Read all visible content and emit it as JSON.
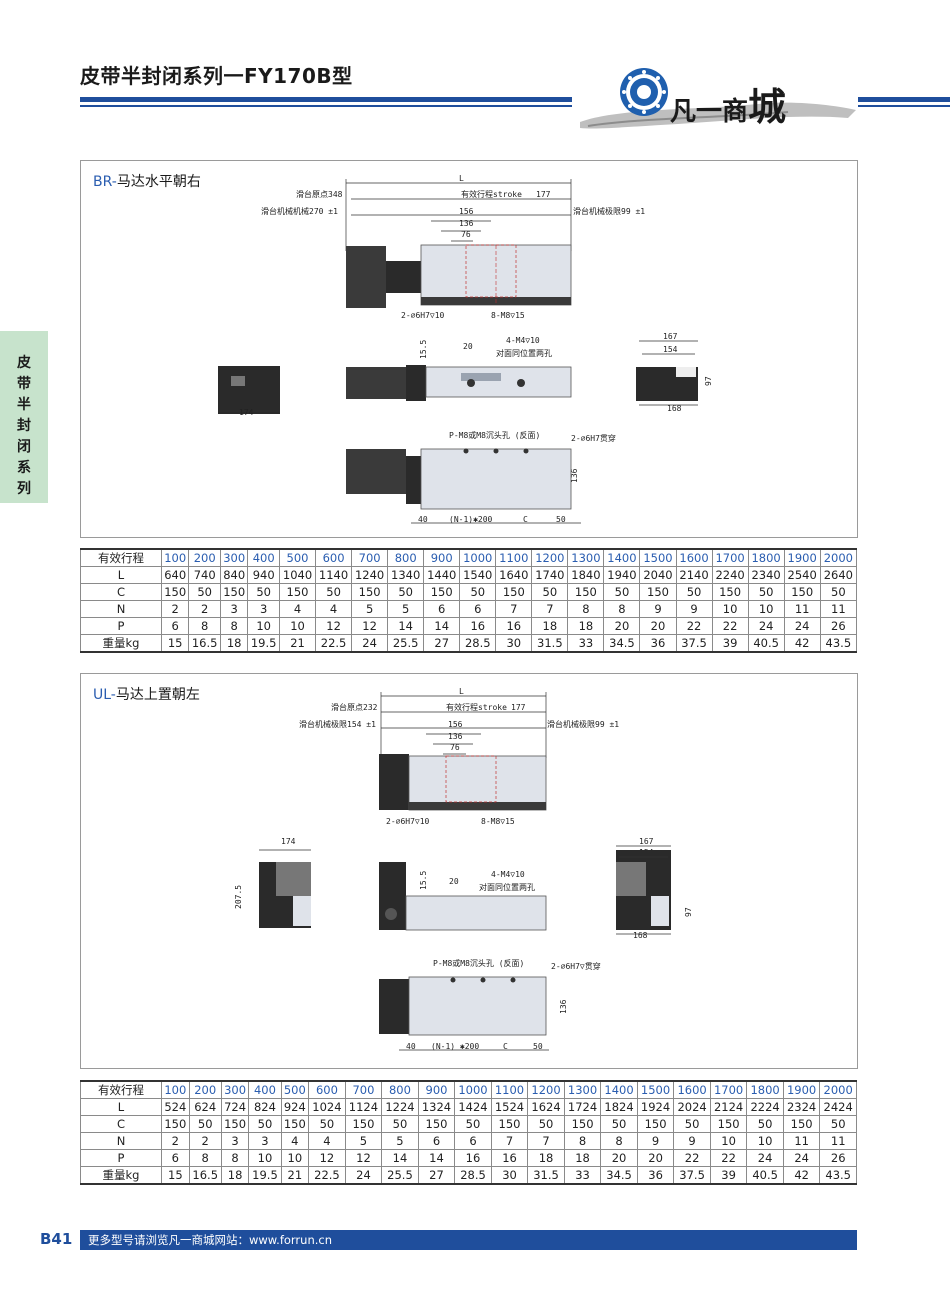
{
  "header": {
    "title": "皮带半封闭系列一FY170B型",
    "brand": {
      "name_small": "凡一商",
      "name_big": "城"
    }
  },
  "side_tab": {
    "label": "皮带半封闭系列"
  },
  "colors": {
    "accent": "#1f4e9c",
    "side_tab_bg": "#c7e3cc",
    "header_blue": "#2a5db0"
  },
  "sections": [
    {
      "title_code": "BR-",
      "title_text": "马达水平朝右",
      "dims": {
        "L": "L",
        "origin": "滑台原点348",
        "stroke": "有效行程stroke",
        "d177": "177",
        "mech_left": "滑台机械机械270 ±1",
        "mech_right": "滑台机械极限99 ±1",
        "d156": "156",
        "d136": "136",
        "d76": "76",
        "hole_a": "2-∅6H7▽10",
        "hole_b": "8-M8▽15",
        "hole_c": "4-M4▽10",
        "hole_c2": "对面同位置两孔",
        "d20": "20",
        "d15_5": "15.5",
        "d174": "174",
        "d167": "167",
        "d154": "154",
        "d97": "97",
        "d168": "168",
        "p_hole": "P-M8或M8沉头孔 (反面)",
        "thru_hole": "2-∅6H7贯穿",
        "d136b": "136",
        "d40": "40",
        "pitch": "(N-1)✱200",
        "dC": "C",
        "d50": "50"
      },
      "table": {
        "row_labels": [
          "有效行程",
          "L",
          "C",
          "N",
          "P",
          "重量kg"
        ],
        "rows": [
          [
            "100",
            "200",
            "300",
            "400",
            "500",
            "600",
            "700",
            "800",
            "900",
            "1000",
            "1100",
            "1200",
            "1300",
            "1400",
            "1500",
            "1600",
            "1700",
            "1800",
            "1900",
            "2000"
          ],
          [
            "640",
            "740",
            "840",
            "940",
            "1040",
            "1140",
            "1240",
            "1340",
            "1440",
            "1540",
            "1640",
            "1740",
            "1840",
            "1940",
            "2040",
            "2140",
            "2240",
            "2340",
            "2540",
            "2640"
          ],
          [
            "150",
            "50",
            "150",
            "50",
            "150",
            "50",
            "150",
            "50",
            "150",
            "50",
            "150",
            "50",
            "150",
            "50",
            "150",
            "50",
            "150",
            "50",
            "150",
            "50"
          ],
          [
            "2",
            "2",
            "3",
            "3",
            "4",
            "4",
            "5",
            "5",
            "6",
            "6",
            "7",
            "7",
            "8",
            "8",
            "9",
            "9",
            "10",
            "10",
            "11",
            "11"
          ],
          [
            "6",
            "8",
            "8",
            "10",
            "10",
            "12",
            "12",
            "14",
            "14",
            "16",
            "16",
            "18",
            "18",
            "20",
            "20",
            "22",
            "22",
            "24",
            "24",
            "26"
          ],
          [
            "15",
            "16.5",
            "18",
            "19.5",
            "21",
            "22.5",
            "24",
            "25.5",
            "27",
            "28.5",
            "30",
            "31.5",
            "33",
            "34.5",
            "36",
            "37.5",
            "39",
            "40.5",
            "42",
            "43.5"
          ]
        ]
      }
    },
    {
      "title_code": "UL-",
      "title_text": "马达上置朝左",
      "dims": {
        "L": "L",
        "origin": "滑台原点232",
        "stroke": "有效行程stroke",
        "d177": "177",
        "mech_left": "滑台机械极限154 ±1",
        "mech_right": "滑台机械极限99 ±1",
        "d156": "156",
        "d136": "136",
        "d76": "76",
        "hole_a": "2-∅6H7▽10",
        "hole_b": "8-M8▽15",
        "hole_c": "4-M4▽10",
        "hole_c2": "对面同位置两孔",
        "d20": "20",
        "d15_5": "15.5",
        "d174": "174",
        "d207_5": "207.5",
        "d167": "167",
        "d154": "154",
        "d97": "97",
        "d168": "168",
        "p_hole": "P-M8或M8沉头孔 (反面)",
        "thru_hole": "2-∅6H7▽贯穿",
        "d136b": "136",
        "d40": "40",
        "pitch": "(N-1) ✱200",
        "dC": "C",
        "d50": "50"
      },
      "table": {
        "row_labels": [
          "有效行程",
          "L",
          "C",
          "N",
          "P",
          "重量kg"
        ],
        "rows": [
          [
            "100",
            "200",
            "300",
            "400",
            "500",
            "600",
            "700",
            "800",
            "900",
            "1000",
            "1100",
            "1200",
            "1300",
            "1400",
            "1500",
            "1600",
            "1700",
            "1800",
            "1900",
            "2000"
          ],
          [
            "524",
            "624",
            "724",
            "824",
            "924",
            "1024",
            "1124",
            "1224",
            "1324",
            "1424",
            "1524",
            "1624",
            "1724",
            "1824",
            "1924",
            "2024",
            "2124",
            "2224",
            "2324",
            "2424"
          ],
          [
            "150",
            "50",
            "150",
            "50",
            "150",
            "50",
            "150",
            "50",
            "150",
            "50",
            "150",
            "50",
            "150",
            "50",
            "150",
            "50",
            "150",
            "50",
            "150",
            "50"
          ],
          [
            "2",
            "2",
            "3",
            "3",
            "4",
            "4",
            "5",
            "5",
            "6",
            "6",
            "7",
            "7",
            "8",
            "8",
            "9",
            "9",
            "10",
            "10",
            "11",
            "11"
          ],
          [
            "6",
            "8",
            "8",
            "10",
            "10",
            "12",
            "12",
            "14",
            "14",
            "16",
            "16",
            "18",
            "18",
            "20",
            "20",
            "22",
            "22",
            "24",
            "24",
            "26"
          ],
          [
            "15",
            "16.5",
            "18",
            "19.5",
            "21",
            "22.5",
            "24",
            "25.5",
            "27",
            "28.5",
            "30",
            "31.5",
            "33",
            "34.5",
            "36",
            "37.5",
            "39",
            "40.5",
            "42",
            "43.5"
          ]
        ]
      }
    }
  ],
  "footer": {
    "page_number": "B41",
    "text": "更多型号请浏览凡一商城网站：www.forrun.cn"
  }
}
